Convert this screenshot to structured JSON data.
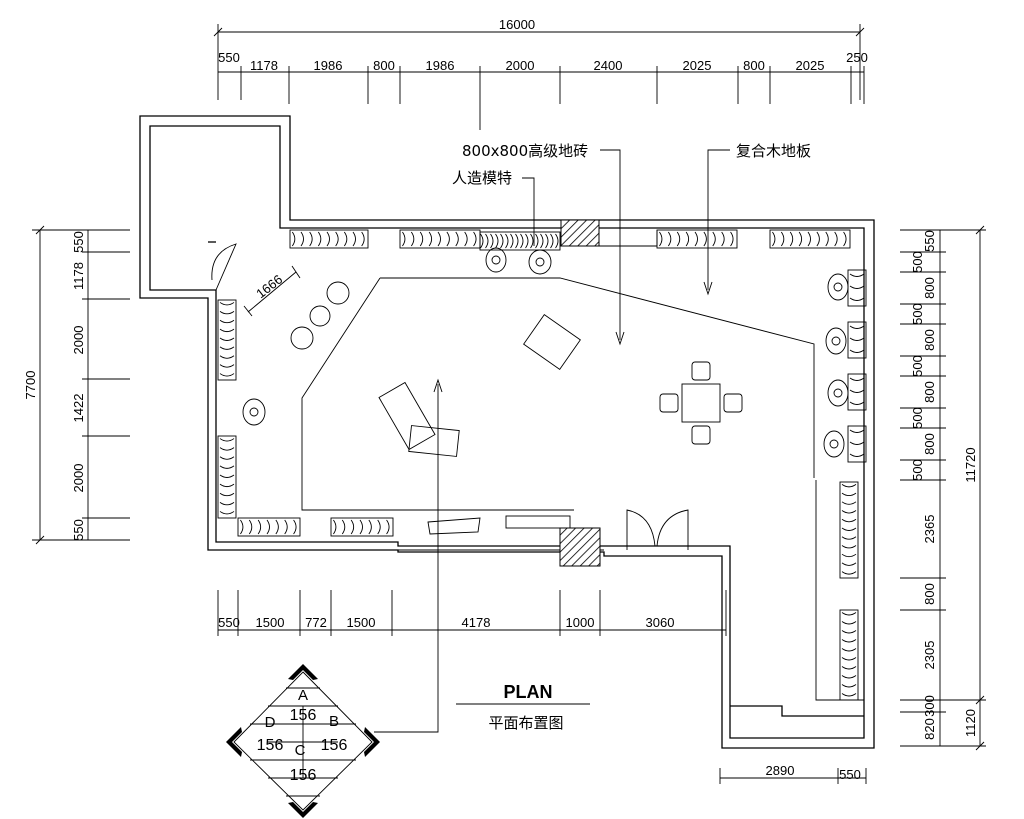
{
  "dims": {
    "top_total": "16000",
    "top": [
      "550",
      "1178",
      "1986",
      "800",
      "1986",
      "2000",
      "2400",
      "2025",
      "800",
      "2025",
      "250"
    ],
    "left_total": "7700",
    "left": [
      "550",
      "1178",
      "2000",
      "1422",
      "2000",
      "550"
    ],
    "bottom": [
      "550",
      "1500",
      "772",
      "1500",
      "4178",
      "1000",
      "3060"
    ],
    "bottom_right": [
      "2890",
      "550"
    ],
    "right_inner": [
      "550",
      "500",
      "800",
      "500",
      "800",
      "500",
      "800",
      "500",
      "800",
      "500",
      "2365",
      "800",
      "2305",
      "300",
      "820"
    ],
    "right_outer": [
      "11720",
      "1120"
    ],
    "door": "1666"
  },
  "notes": {
    "tile": "800x800高级地砖",
    "wood": "复合木地板",
    "mannequin": "人造模特"
  },
  "title": {
    "main": "PLAN",
    "sub": "平面布置图"
  },
  "compass": {
    "a": "A",
    "b": "B",
    "c": "C",
    "d": "D",
    "top": "156",
    "left": "156",
    "right": "156",
    "bottom": "156"
  }
}
